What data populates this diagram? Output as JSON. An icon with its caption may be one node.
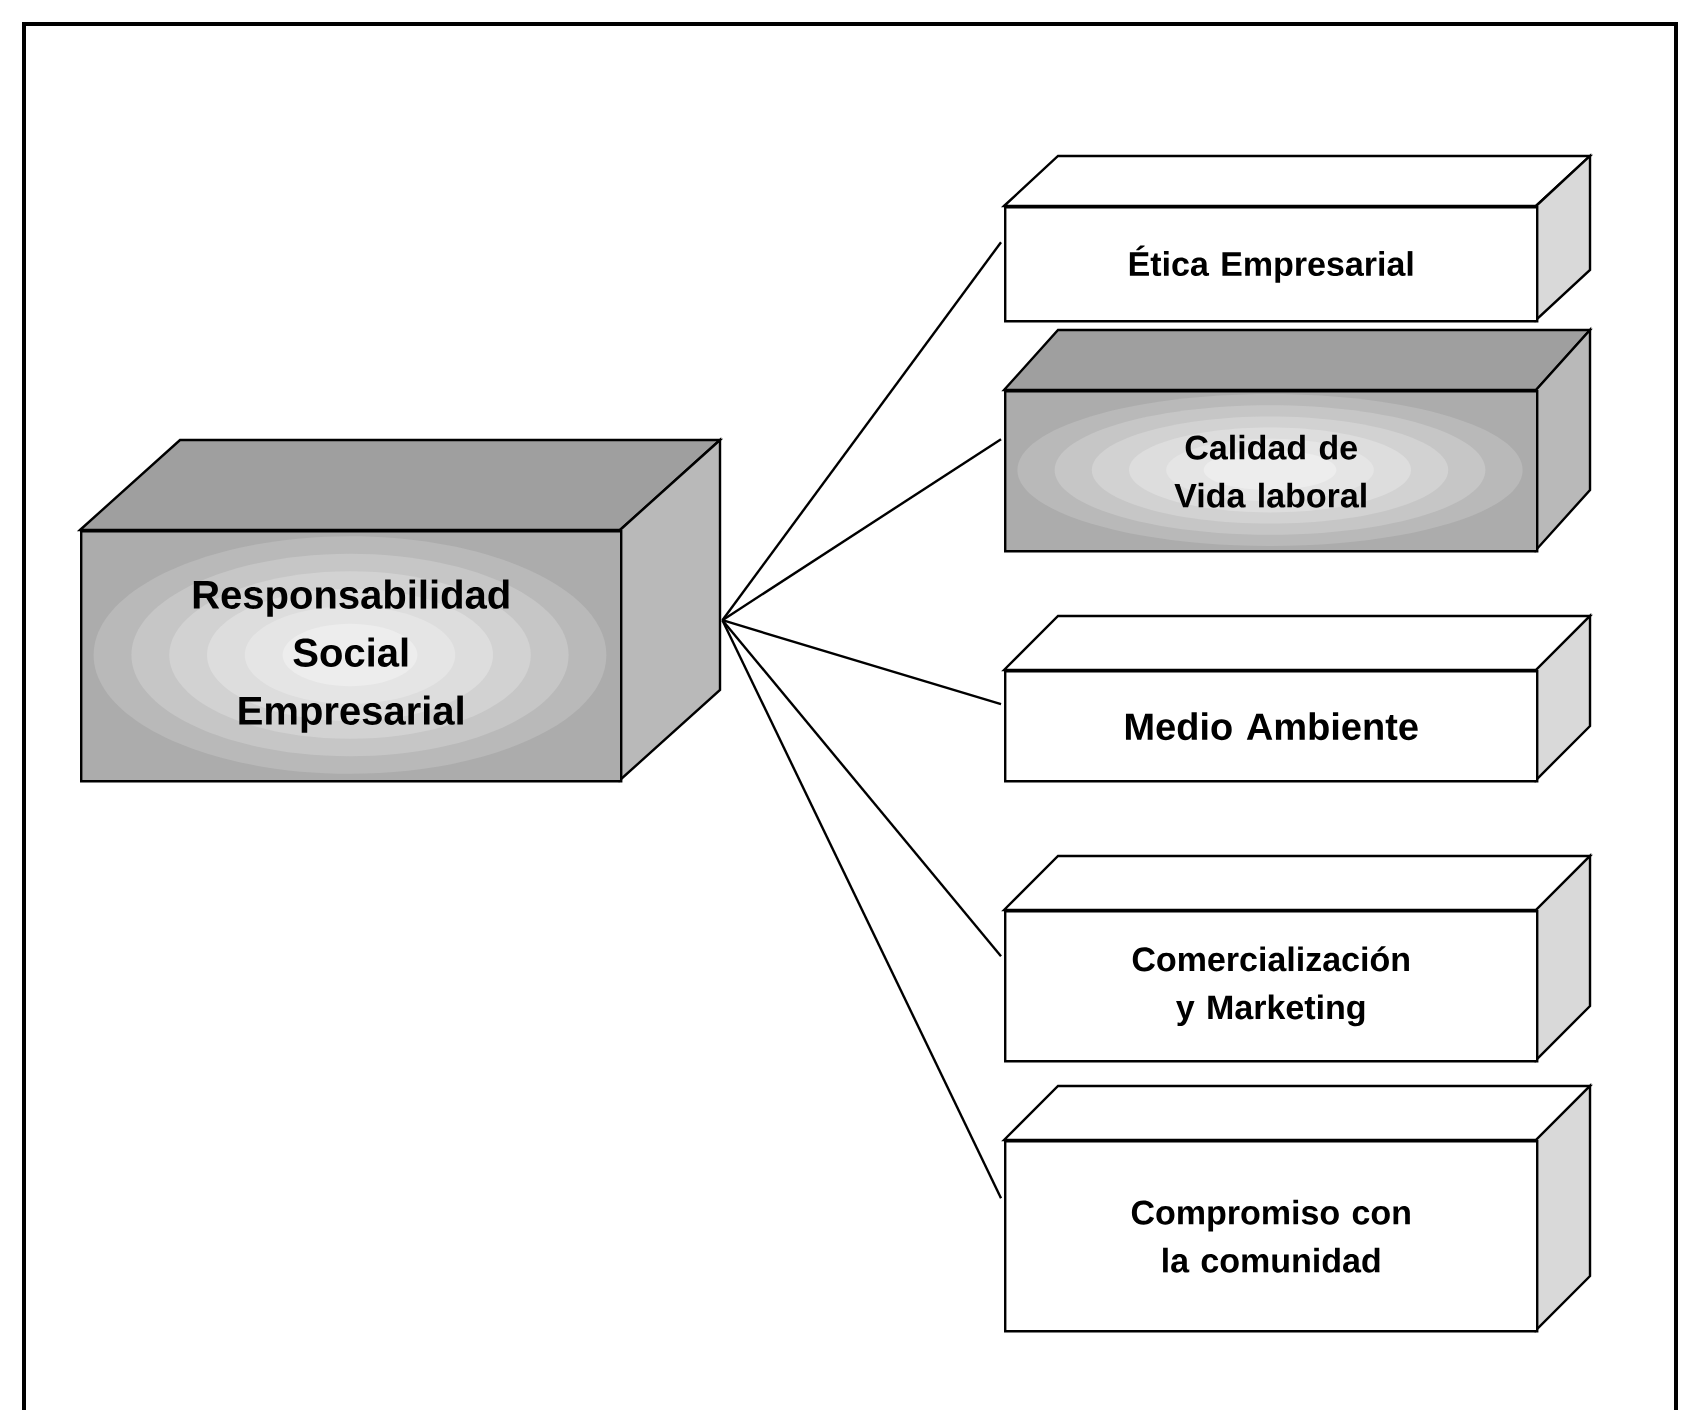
{
  "diagram": {
    "nodes": [
      {
        "text": [
          "Responsabilidad Social Empresarial"
        ]
      },
      {
        "text": [
          "Ética Empresarial"
        ]
      },
      {
        "text": [
          "Calidad de Vida laboral"
        ]
      },
      {
        "text": [
          "Medio Ambiente"
        ]
      },
      {
        "text": [
          "Comercialización y Marketing"
        ]
      },
      {
        "text": [
          "Compromiso con la comunidad"
        ]
      }
    ],
    "edges": [
      {
        "from": 0,
        "to": 1,
        "arrow": "none"
      },
      {
        "from": 0,
        "to": 2,
        "arrow": "none"
      },
      {
        "from": 0,
        "to": 3,
        "arrow": "none"
      },
      {
        "from": 0,
        "to": 4,
        "arrow": "none"
      },
      {
        "from": 0,
        "to": 5,
        "arrow": "none"
      }
    ]
  }
}
